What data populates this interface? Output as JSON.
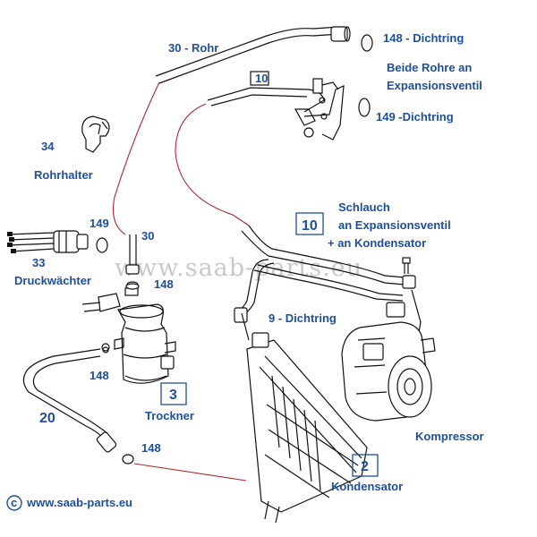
{
  "labels": {
    "rohr": "30 - Rohr",
    "dichtring148_top": "148 - Dichtring",
    "expansion_line1": "Beide Rohre  an",
    "expansion_line2": "Expansionsventil",
    "box10_top": "10",
    "dichtring149_top": "149 -Dichtring",
    "num34": "34",
    "rohrhalter": "Rohrhalter",
    "num149_left": "149",
    "num30_left": "30",
    "num33": "33",
    "druckwaechter": "Druckwächter",
    "num148_a": "148",
    "schlauch_line1": "Schlauch",
    "schlauch_line2": "an  Expansionsventil",
    "schlauch_line3": "+ an  Kondensator",
    "box10_right": "10",
    "dichtring9": "9 -  Dichtring",
    "num148_b": "148",
    "box3": "3",
    "trockner": "Trockner",
    "num20": "20",
    "kompressor": "Kompressor",
    "num148_c": "148",
    "box2": "2",
    "kondensator": "Kondensator",
    "copyright_symbol": "c",
    "website": "www.saab-parts.eu",
    "watermark": "www.saab-parts.eu"
  },
  "colors": {
    "label": "#1f4fa0",
    "leader_line": "#b3262b",
    "drawing": "#111111",
    "watermark": "#c9c9c9"
  }
}
